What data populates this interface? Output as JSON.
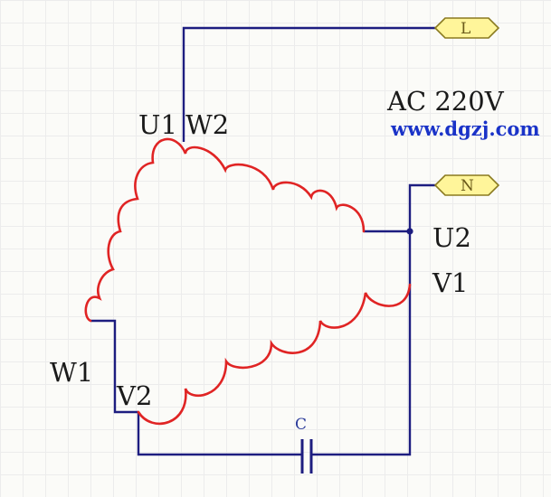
{
  "supply": {
    "voltage": "AC 220V",
    "website": "www.dgzj.com"
  },
  "ports": {
    "line": "L",
    "neutral": "N"
  },
  "terminals": {
    "u1": "U1",
    "w2": "W2",
    "u2": "U2",
    "v1": "V1",
    "w1": "W1",
    "v2": "V2"
  },
  "capacitor": {
    "label": "C"
  },
  "colors": {
    "wire": "#1d1d80",
    "winding": "#e02424",
    "port_fill": "#fff59a",
    "port_stroke": "#8a7a20"
  }
}
